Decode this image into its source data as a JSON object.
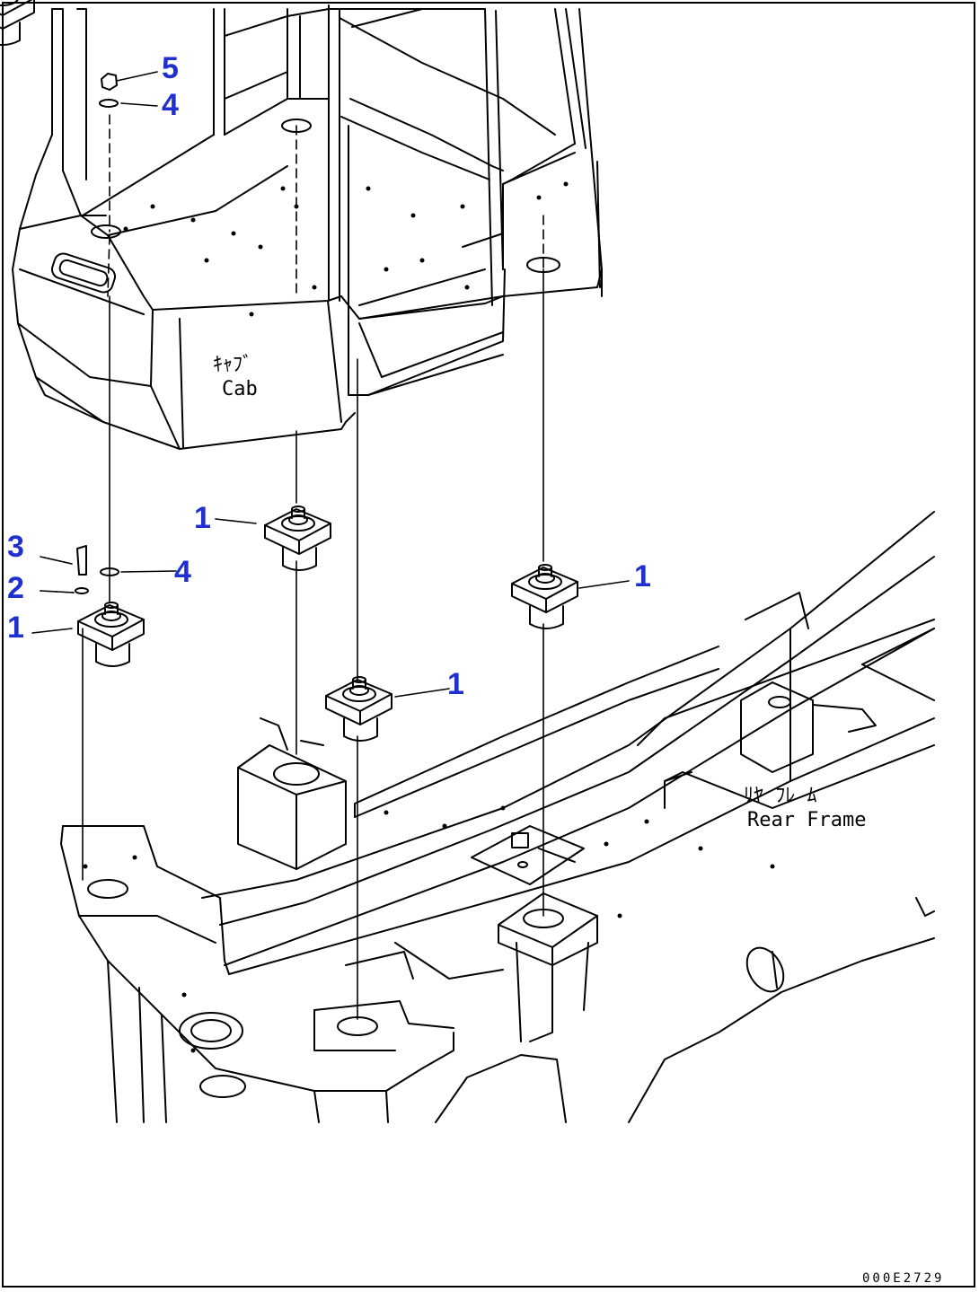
{
  "diagram": {
    "labels": {
      "cab_jp": "ｷｬﾌﾞ",
      "cab_en": "Cab",
      "frame_jp": "ﾘﾔ ﾌﾚ ﾑ",
      "frame_en": "Rear Frame"
    },
    "callouts": [
      {
        "id": "5a",
        "text": "5"
      },
      {
        "id": "4a",
        "text": "4"
      },
      {
        "id": "1a",
        "text": "1"
      },
      {
        "id": "3",
        "text": "3"
      },
      {
        "id": "4b",
        "text": "4"
      },
      {
        "id": "2",
        "text": "2"
      },
      {
        "id": "1b",
        "text": "1"
      },
      {
        "id": "1c",
        "text": "1"
      },
      {
        "id": "1d",
        "text": "1"
      }
    ],
    "drawing_code": "000E2729",
    "colors": {
      "line": "#000000",
      "callout": "#1f2fd0"
    }
  }
}
